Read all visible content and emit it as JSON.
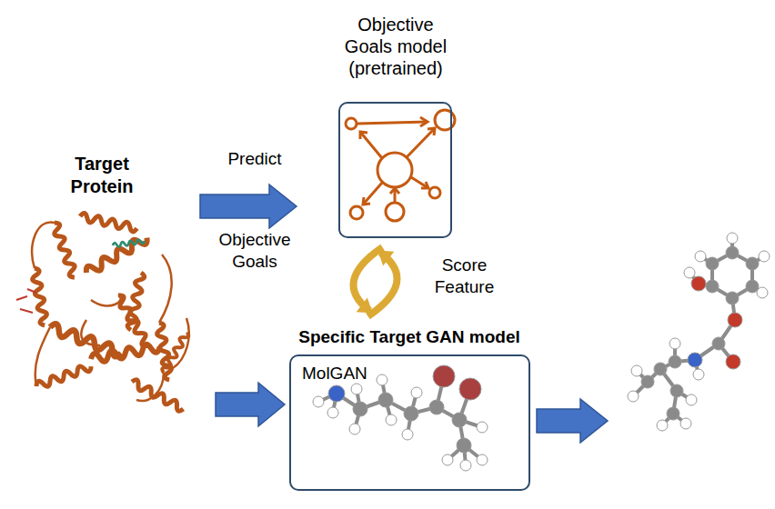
{
  "diagram": {
    "nodes": [
      {
        "text": [
          "Objective Goals model (pretrained)"
        ]
      },
      {
        "text": [
          "Specific Target GAN model",
          "MolGAN"
        ]
      }
    ],
    "edges": [
      {
        "from": 0,
        "to": 1,
        "arrow": "both",
        "label": "Score Feature"
      }
    ],
    "labels": [
      "Target Protein",
      "Predict",
      "Objective Goals"
    ]
  }
}
